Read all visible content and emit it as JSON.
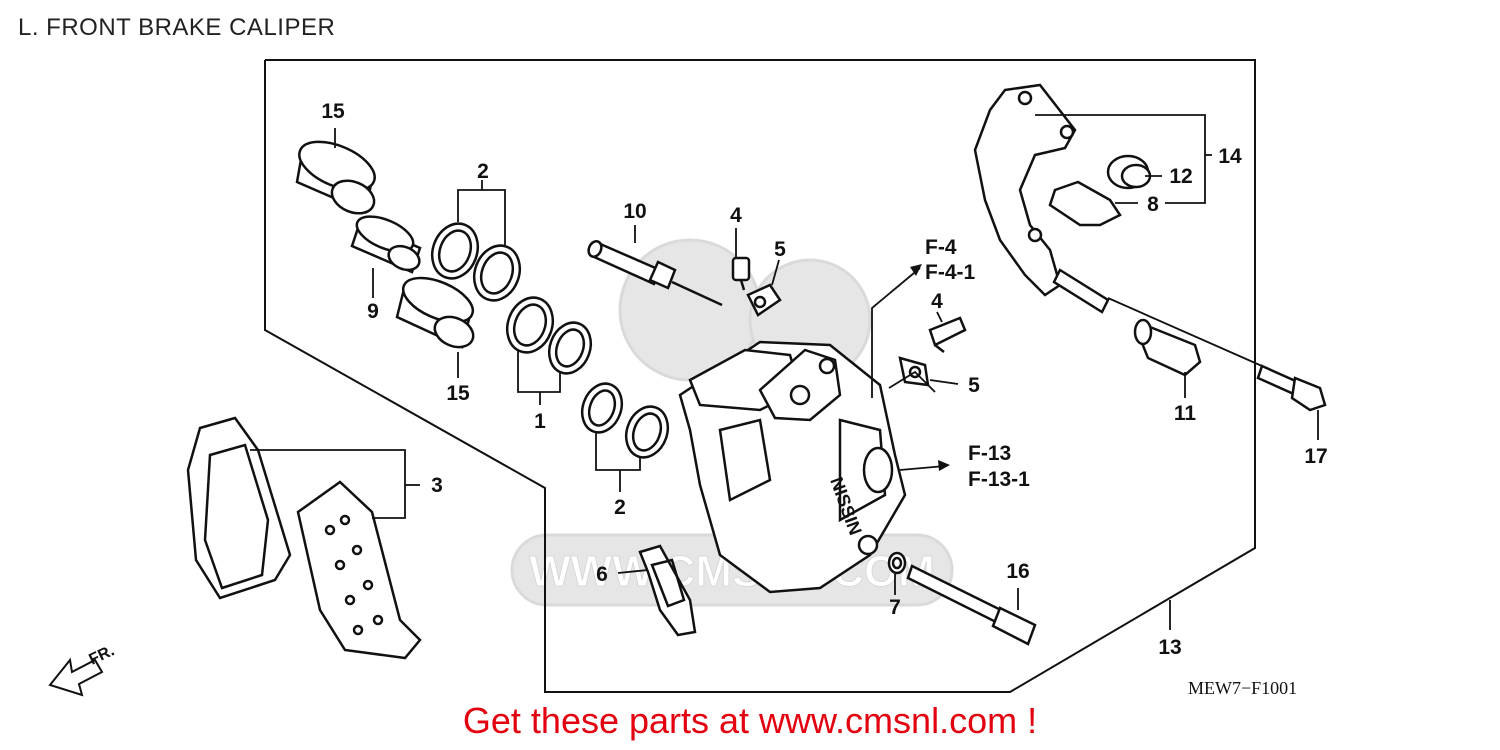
{
  "title": "L. FRONT BRAKE CALIPER",
  "diagram_code": "MEW7−F1001",
  "promo_text": "Get these parts at www.cmsnl.com !",
  "watermark_text": "WWW.CMSNL.COM",
  "front_arrow_label": "FR.",
  "colors": {
    "promo": "#e3000f",
    "line": "#111111",
    "watermark": "#e6e6e6"
  },
  "callouts": {
    "c15a": "15",
    "c15b": "15",
    "c9": "9",
    "c2a": "2",
    "c2b": "2",
    "c1": "1",
    "c3": "3",
    "c10": "10",
    "c4a": "4",
    "c5a": "5",
    "c4b": "4",
    "c5b": "5",
    "c6": "6",
    "c7": "7",
    "c16": "16",
    "c13": "13",
    "c14": "14",
    "c12": "12",
    "c8": "8",
    "c11": "11",
    "c17": "17"
  },
  "references": {
    "f4": "F-4",
    "f41": "F-4-1",
    "f13": "F-13",
    "f131": "F-13-1"
  }
}
